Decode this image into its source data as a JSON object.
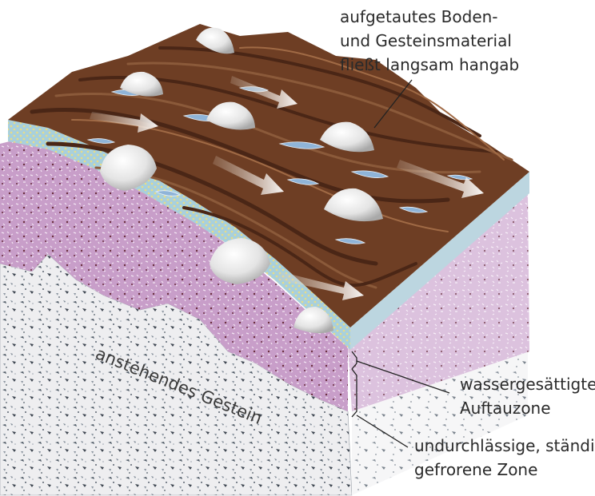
{
  "labels": {
    "thawed_material": {
      "line1": "aufgetautes Boden-",
      "line2": "und Gesteinsmaterial",
      "line3": "fließt langsam hangab"
    },
    "saturated_zone": {
      "line1": "wassergesättigte",
      "line2": "Auftauzone"
    },
    "frozen_zone": {
      "line1": "undurchlässige, ständig",
      "line2": "gefrorene Zone"
    },
    "bedrock": "anstehendes Gestein"
  },
  "colors": {
    "surface_brown": "#6e3e24",
    "surface_dark": "#4a2616",
    "water_blue": "#8fb4d8",
    "frozen_purple": "#b98fc4",
    "bedrock_gray": "#e8e8ea",
    "saturated_yellow": "#e6d98a",
    "boulder_white": "#efefef"
  }
}
